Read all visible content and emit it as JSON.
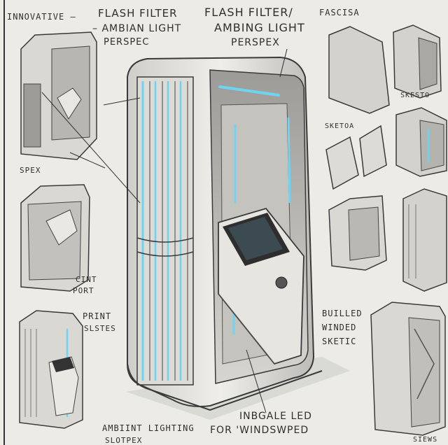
{
  "image": {
    "subject": "Photo booth concept sketch sheet",
    "colors": {
      "paper": "#ecebe6",
      "ink": "#2f2f2f",
      "panel": "#d9d8d3",
      "panel_dark": "#8c8b86",
      "led": "#6fd3f2"
    }
  },
  "annotations": {
    "innovative": "INNOVATIVE –",
    "flash_filter_1": "FLASH FILTER",
    "ambian_light": "– AMBIAN LIGHT",
    "perspec": "PERSPEC",
    "flash_filter_2": "FLASH FILTER/",
    "ambing_light": "AMBING LIGHT",
    "perspex": "PERSPEX",
    "fascisa": "FASCISA",
    "skesto": "SKESTO",
    "sketoa": "SKETOA",
    "spex": "SPEX",
    "cint": "CINT",
    "port": "PORT",
    "print": "PRINT",
    "slstes": "SLSTES",
    "builled": "BUILLED",
    "winded": "WINDED",
    "sketic": "SKETIC",
    "inbgale_led": "INBGALE LED",
    "for_windswped": "FOR 'WINDSWPED",
    "ambiint_lighting": "AMBIINT LIGHTING",
    "slotpex": "SLOTPEX",
    "siews": "SIEWS"
  }
}
